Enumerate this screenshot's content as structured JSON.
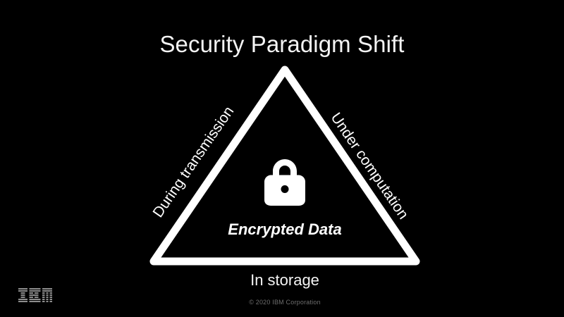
{
  "slide": {
    "title": "Security Paradigm Shift",
    "background_color": "#000000",
    "foreground_color": "#ffffff"
  },
  "diagram": {
    "shape": "triangle",
    "center_icon": "lock-icon",
    "center_caption": "Encrypted Data",
    "edges": [
      {
        "position": "left",
        "label": "During transmission"
      },
      {
        "position": "right",
        "label": "Under computation"
      },
      {
        "position": "bottom",
        "label": "In storage"
      }
    ],
    "stroke_color": "#ffffff"
  },
  "footer": {
    "copyright": "© 2020 IBM Corporation",
    "logo_text": "IBM",
    "copyright_color": "#6e6e6e",
    "logo_color": "#8d8d8d"
  }
}
